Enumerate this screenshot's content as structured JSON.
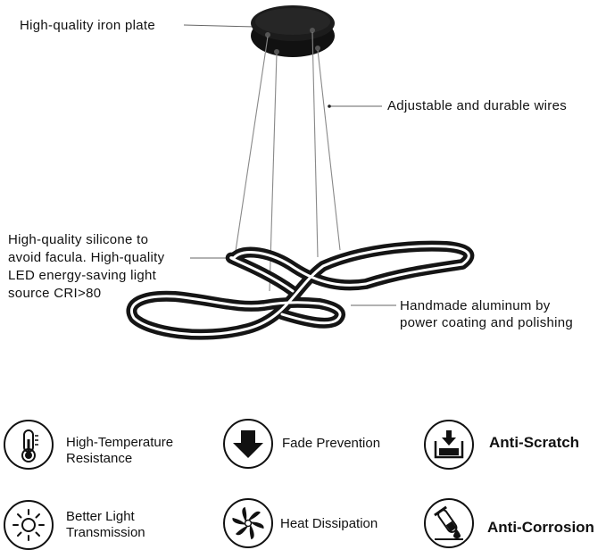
{
  "callouts": {
    "iron_plate": "High-quality iron plate",
    "wires": "Adjustable and durable wires",
    "silicone": [
      "High-quality silicone to",
      "avoid facula. High-quality",
      "LED energy-saving light",
      "source CRI>80"
    ],
    "aluminum": [
      "Handmade aluminum by",
      "power coating and polishing"
    ]
  },
  "features": [
    {
      "icon": "thermometer-icon",
      "label": [
        "High-Temperature",
        "Resistance"
      ]
    },
    {
      "icon": "down-arrow-icon",
      "label": [
        "Fade Prevention"
      ]
    },
    {
      "icon": "anti-scratch-icon",
      "label": [
        "Anti-Scratch"
      ]
    },
    {
      "icon": "sun-icon",
      "label": [
        "Better Light",
        "Transmission"
      ]
    },
    {
      "icon": "fan-icon",
      "label": [
        "Heat Dissipation"
      ]
    },
    {
      "icon": "test-tube-icon",
      "label": [
        "Anti-Corrosion"
      ]
    }
  ],
  "colors": {
    "fixture": "#151515",
    "led": "#ffffff",
    "line": "#555555"
  }
}
